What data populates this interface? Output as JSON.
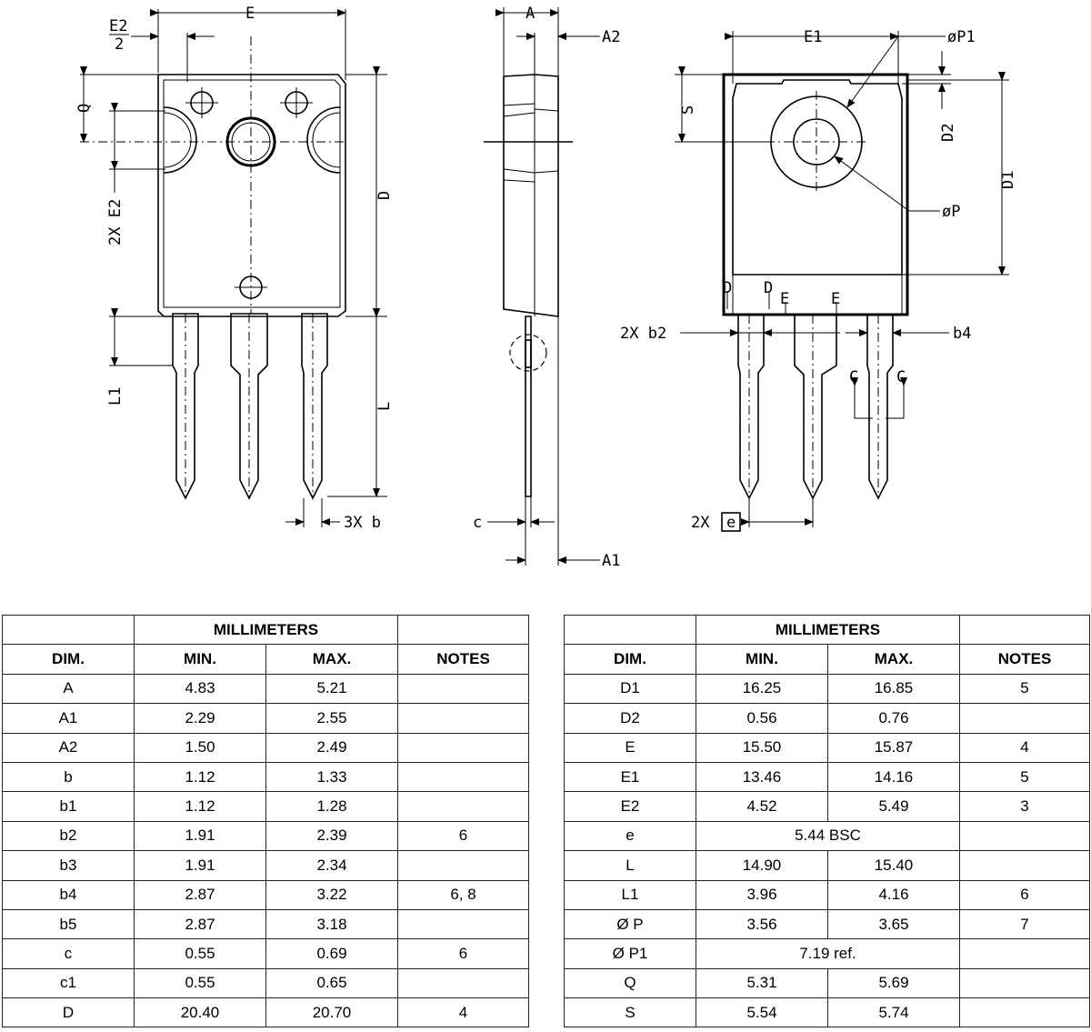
{
  "drawing": {
    "labels": {
      "E": "E",
      "E2_over_2_num": "E2",
      "E2_over_2_den": "2",
      "Q": "Q",
      "twoX_E2": "2X E2",
      "D": "D",
      "L1": "L1",
      "L": "L",
      "threeX_b": "3X b",
      "A": "A",
      "A2": "A2",
      "A1": "A1",
      "c": "c",
      "E1": "E1",
      "phiP1": "øP1",
      "S": "S",
      "D2": "D2",
      "D1": "D1",
      "phiP": "øP",
      "D_left": "D",
      "D_right": "D",
      "E_left": "E",
      "E_right": "E",
      "twoX_b2": "2X b2",
      "b4": "b4",
      "C_left": "C",
      "C_right": "C",
      "twoX": "2X",
      "e_box": "e"
    }
  },
  "tables": {
    "left": {
      "group_header": "MILLIMETERS",
      "headers": [
        "DIM.",
        "MIN.",
        "MAX.",
        "NOTES"
      ],
      "rows": [
        {
          "dim": "A",
          "min": "4.83",
          "max": "5.21",
          "notes": ""
        },
        {
          "dim": "A1",
          "min": "2.29",
          "max": "2.55",
          "notes": ""
        },
        {
          "dim": "A2",
          "min": "1.50",
          "max": "2.49",
          "notes": ""
        },
        {
          "dim": "b",
          "min": "1.12",
          "max": "1.33",
          "notes": ""
        },
        {
          "dim": "b1",
          "min": "1.12",
          "max": "1.28",
          "notes": ""
        },
        {
          "dim": "b2",
          "min": "1.91",
          "max": "2.39",
          "notes": "6"
        },
        {
          "dim": "b3",
          "min": "1.91",
          "max": "2.34",
          "notes": ""
        },
        {
          "dim": "b4",
          "min": "2.87",
          "max": "3.22",
          "notes": "6, 8"
        },
        {
          "dim": "b5",
          "min": "2.87",
          "max": "3.18",
          "notes": ""
        },
        {
          "dim": "c",
          "min": "0.55",
          "max": "0.69",
          "notes": "6"
        },
        {
          "dim": "c1",
          "min": "0.55",
          "max": "0.65",
          "notes": ""
        },
        {
          "dim": "D",
          "min": "20.40",
          "max": "20.70",
          "notes": "4"
        }
      ]
    },
    "right": {
      "group_header": "MILLIMETERS",
      "headers": [
        "DIM.",
        "MIN.",
        "MAX.",
        "NOTES"
      ],
      "rows": [
        {
          "dim": "D1",
          "min": "16.25",
          "max": "16.85",
          "notes": "5"
        },
        {
          "dim": "D2",
          "min": "0.56",
          "max": "0.76",
          "notes": ""
        },
        {
          "dim": "E",
          "min": "15.50",
          "max": "15.87",
          "notes": "4"
        },
        {
          "dim": "E1",
          "min": "13.46",
          "max": "14.16",
          "notes": "5"
        },
        {
          "dim": "E2",
          "min": "4.52",
          "max": "5.49",
          "notes": "3"
        },
        {
          "dim": "e",
          "span": "5.44 BSC",
          "notes": ""
        },
        {
          "dim": "L",
          "min": "14.90",
          "max": "15.40",
          "notes": ""
        },
        {
          "dim": "L1",
          "min": "3.96",
          "max": "4.16",
          "notes": "6"
        },
        {
          "dim": "Ø P",
          "min": "3.56",
          "max": "3.65",
          "notes": "7"
        },
        {
          "dim": "Ø P1",
          "span": "7.19 ref.",
          "notes": ""
        },
        {
          "dim": "Q",
          "min": "5.31",
          "max": "5.69",
          "notes": ""
        },
        {
          "dim": "S",
          "min": "5.54",
          "max": "5.74",
          "notes": ""
        }
      ]
    }
  }
}
